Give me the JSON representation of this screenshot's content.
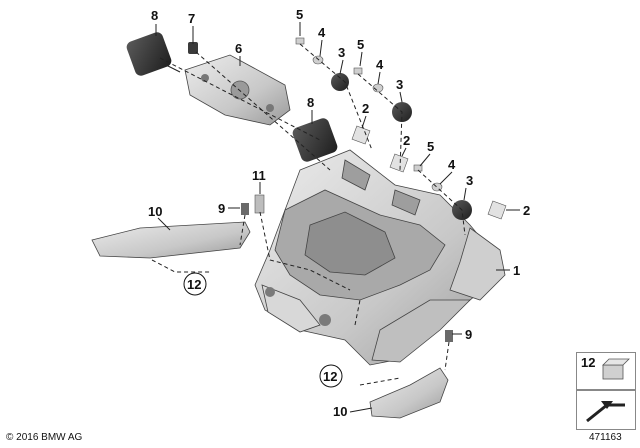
{
  "callouts": {
    "c8a": "8",
    "c7": "7",
    "c6": "6",
    "c8b": "8",
    "c5a": "5",
    "c4a": "4",
    "c3a": "3",
    "c5b": "5",
    "c4b": "4",
    "c3b": "3",
    "c2a": "2",
    "c2b": "2",
    "c5c": "5",
    "c4c": "4",
    "c3c": "3",
    "c2c": "2",
    "c11": "11",
    "c9a": "9",
    "c10a": "10",
    "c12a": "12",
    "c1": "1",
    "c9b": "9",
    "c12b": "12",
    "c10b": "10"
  },
  "legend": {
    "item1": "12"
  },
  "footer": {
    "copyright": "© 2016 BMW AG",
    "doc_number": "471163"
  },
  "colors": {
    "part_light": "#d9d9d9",
    "part_mid": "#bdbdbd",
    "part_dark": "#8a8a8a",
    "rubber": "#2e2e2e"
  }
}
